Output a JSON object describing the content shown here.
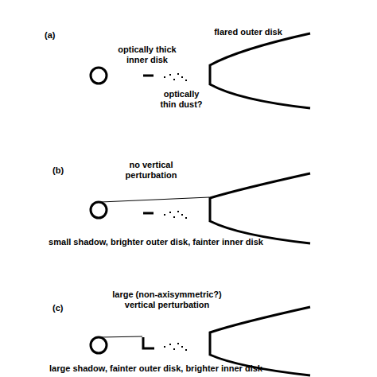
{
  "diagram": {
    "labels": [
      "(a)",
      "flared outer disk",
      "optically thick inner disk",
      "optically thin dust?",
      "(b)",
      "no vertical perturbation",
      "small shadow, brighter outer disk, fainter inner disk",
      "(c)",
      "large (non-axisymmetric?) vertical perturbation",
      "large shadow, fainter outer disk, brighter inner disk"
    ]
  }
}
